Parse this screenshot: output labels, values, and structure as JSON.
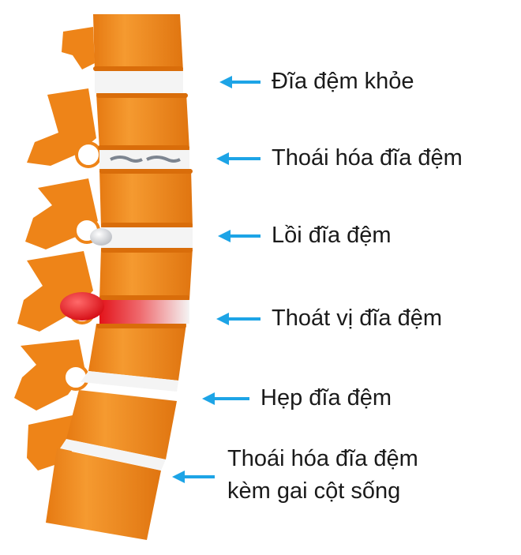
{
  "colors": {
    "vertebra": "#f2891d",
    "vertebra_dark": "#d86f0c",
    "vertebra_light": "#f7a443",
    "disc": "#f4f4f4",
    "arrow": "#1da4e6",
    "herniation": "#e3131b",
    "text": "#1a1a1a"
  },
  "labels": [
    {
      "id": "healthy",
      "text": "Đĩa đệm khỏe"
    },
    {
      "id": "degeneration",
      "text": "Thoái hóa đĩa đệm"
    },
    {
      "id": "bulging",
      "text": "Lồi đĩa đệm"
    },
    {
      "id": "herniation",
      "text": "Thoát vị đĩa đệm"
    },
    {
      "id": "narrowing",
      "text": "Hẹp đĩa đệm"
    },
    {
      "id": "spur_line1",
      "text": "Thoái hóa đĩa đệm"
    },
    {
      "id": "spur_line2",
      "text": "kèm gai cột sống"
    }
  ],
  "icons": {
    "arrow": "arrow-left-icon"
  }
}
